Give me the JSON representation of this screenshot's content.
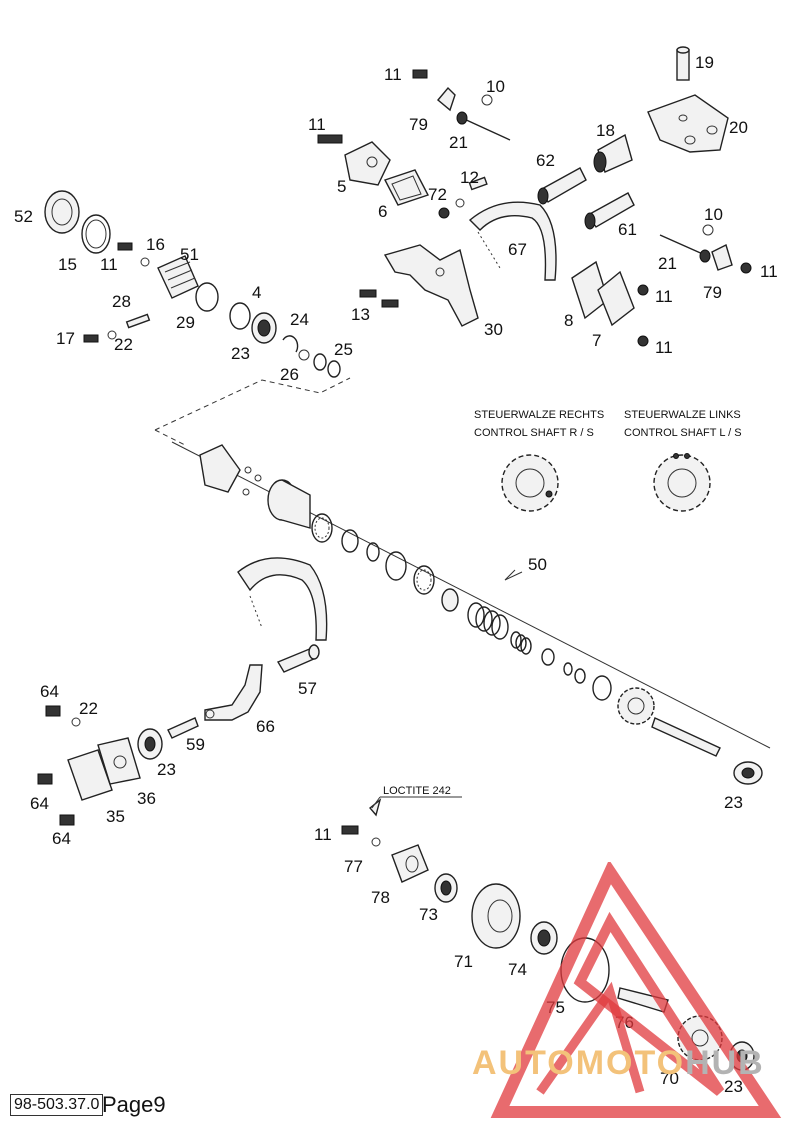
{
  "labels": [
    {
      "text": "11"
    },
    {
      "text": "10"
    },
    {
      "text": "19"
    },
    {
      "text": "79"
    },
    {
      "text": "21"
    },
    {
      "text": "20"
    },
    {
      "text": "11"
    },
    {
      "text": "18"
    },
    {
      "text": "62"
    },
    {
      "text": "5"
    },
    {
      "text": "12"
    },
    {
      "text": "72"
    },
    {
      "text": "6"
    },
    {
      "text": "52"
    },
    {
      "text": "16"
    },
    {
      "text": "51"
    },
    {
      "text": "10"
    },
    {
      "text": "61"
    },
    {
      "text": "67"
    },
    {
      "text": "15"
    },
    {
      "text": "11"
    },
    {
      "text": "21"
    },
    {
      "text": "11"
    },
    {
      "text": "79"
    },
    {
      "text": "4"
    },
    {
      "text": "11"
    },
    {
      "text": "28"
    },
    {
      "text": "29"
    },
    {
      "text": "13"
    },
    {
      "text": "8"
    },
    {
      "text": "24"
    },
    {
      "text": "30"
    },
    {
      "text": "17"
    },
    {
      "text": "22"
    },
    {
      "text": "23"
    },
    {
      "text": "25"
    },
    {
      "text": "7"
    },
    {
      "text": "11"
    },
    {
      "text": "26"
    },
    {
      "text": "50"
    },
    {
      "text": "57"
    },
    {
      "text": "64"
    },
    {
      "text": "22"
    },
    {
      "text": "66"
    },
    {
      "text": "59"
    },
    {
      "text": "23"
    },
    {
      "text": "64"
    },
    {
      "text": "36"
    },
    {
      "text": "35"
    },
    {
      "text": "23"
    },
    {
      "text": "64"
    },
    {
      "text": "11"
    },
    {
      "text": "77"
    },
    {
      "text": "78"
    },
    {
      "text": "73"
    },
    {
      "text": "71"
    },
    {
      "text": "74"
    },
    {
      "text": "75"
    },
    {
      "text": "76"
    },
    {
      "text": "70"
    },
    {
      "text": "23"
    }
  ],
  "notes": {
    "right_shaft_de": "STEUERWALZE RECHTS",
    "right_shaft_en": "CONTROL SHAFT R / S",
    "left_shaft_de": "STEUERWALZE LINKS",
    "left_shaft_en": "CONTROL SHAFT L / S",
    "loctite": "LOCTITE 242"
  },
  "footer": {
    "code": "98-503.37.0",
    "page": "Page9"
  },
  "watermark": {
    "part1": "AUTOMOTO",
    "part2": "HUB"
  },
  "colors": {
    "watermark_red": "#e0393e",
    "watermark_orange": "#f3c27a",
    "watermark_gray": "#b3b3b3"
  }
}
